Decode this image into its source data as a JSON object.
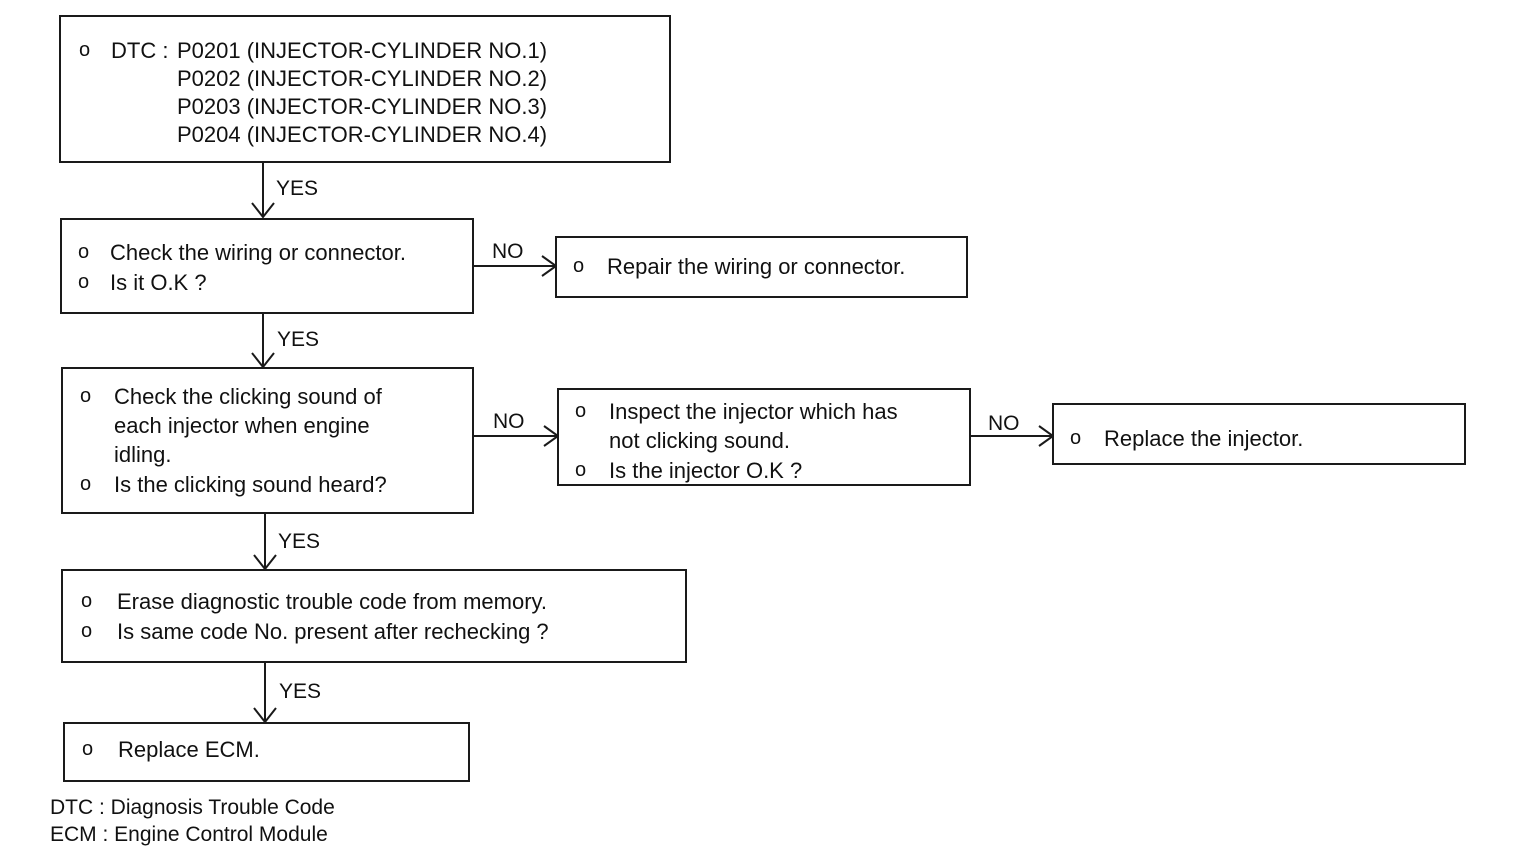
{
  "boxes": {
    "dtc": {
      "bullet": "o",
      "prefix": "DTC :",
      "codes": [
        "P0201 (INJECTOR-CYLINDER NO.1)",
        "P0202 (INJECTOR-CYLINDER NO.2)",
        "P0203 (INJECTOR-CYLINDER NO.3)",
        "P0204 (INJECTOR-CYLINDER NO.4)"
      ]
    },
    "wiring_check": {
      "lines": [
        "Check the wiring or connector.",
        "Is it O.K ?"
      ]
    },
    "wiring_repair": {
      "lines": [
        "Repair the wiring or connector."
      ]
    },
    "click_check": {
      "lines": [
        "Check the clicking sound of",
        "each injector when engine",
        "idling.",
        "Is the clicking sound heard?"
      ]
    },
    "injector_inspect": {
      "lines": [
        "Inspect the injector which has",
        "not clicking sound.",
        "Is the injector O.K ?"
      ]
    },
    "injector_replace": {
      "lines": [
        "Replace the injector."
      ]
    },
    "erase_code": {
      "lines": [
        "Erase diagnostic trouble code from memory.",
        "Is same code No. present after rechecking ?"
      ]
    },
    "ecm_replace": {
      "lines": [
        "Replace ECM."
      ]
    }
  },
  "connectors": {
    "yes": "YES",
    "no": "NO"
  },
  "footnotes": [
    "DTC : Diagnosis Trouble Code",
    "ECM : Engine Control Module"
  ]
}
